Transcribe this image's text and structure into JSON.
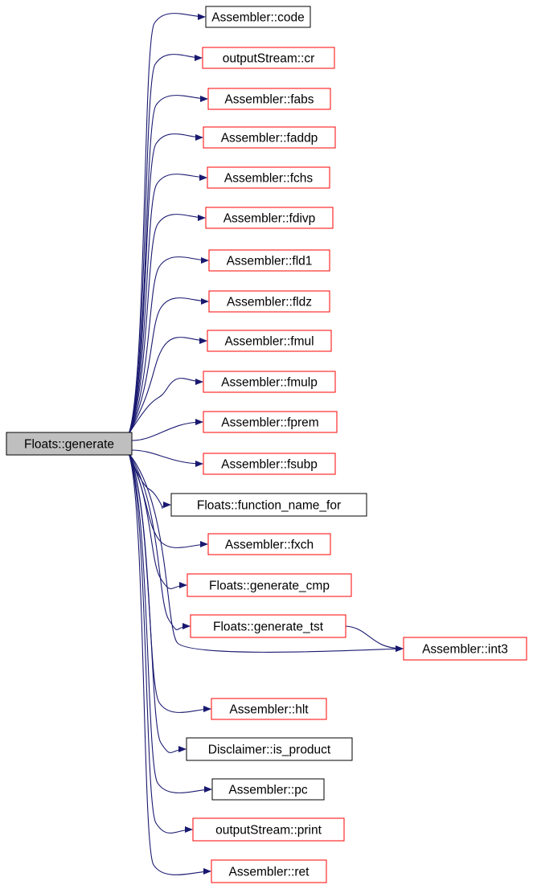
{
  "graph": {
    "root": {
      "label": "Floats::generate",
      "fill": "#bfbfbf",
      "border": "#000000"
    },
    "edge_color": "#191970",
    "nodes": [
      {
        "id": "code",
        "label": "Assembler::code",
        "border": "#000000"
      },
      {
        "id": "cr",
        "label": "outputStream::cr",
        "border": "#ff0000"
      },
      {
        "id": "fabs",
        "label": "Assembler::fabs",
        "border": "#ff0000"
      },
      {
        "id": "faddp",
        "label": "Assembler::faddp",
        "border": "#ff0000"
      },
      {
        "id": "fchs",
        "label": "Assembler::fchs",
        "border": "#ff0000"
      },
      {
        "id": "fdivp",
        "label": "Assembler::fdivp",
        "border": "#ff0000"
      },
      {
        "id": "fld1",
        "label": "Assembler::fld1",
        "border": "#ff0000"
      },
      {
        "id": "fldz",
        "label": "Assembler::fldz",
        "border": "#ff0000"
      },
      {
        "id": "fmul",
        "label": "Assembler::fmul",
        "border": "#ff0000"
      },
      {
        "id": "fmulp",
        "label": "Assembler::fmulp",
        "border": "#ff0000"
      },
      {
        "id": "fprem",
        "label": "Assembler::fprem",
        "border": "#ff0000"
      },
      {
        "id": "fsubp",
        "label": "Assembler::fsubp",
        "border": "#ff0000"
      },
      {
        "id": "function_name_for",
        "label": "Floats::function_name_for",
        "border": "#000000"
      },
      {
        "id": "fxch",
        "label": "Assembler::fxch",
        "border": "#ff0000"
      },
      {
        "id": "generate_cmp",
        "label": "Floats::generate_cmp",
        "border": "#ff0000"
      },
      {
        "id": "generate_tst",
        "label": "Floats::generate_tst",
        "border": "#ff0000"
      },
      {
        "id": "int3",
        "label": "Assembler::int3",
        "border": "#ff0000"
      },
      {
        "id": "hlt",
        "label": "Assembler::hlt",
        "border": "#ff0000"
      },
      {
        "id": "is_product",
        "label": "Disclaimer::is_product",
        "border": "#000000"
      },
      {
        "id": "pc",
        "label": "Assembler::pc",
        "border": "#000000"
      },
      {
        "id": "print",
        "label": "outputStream::print",
        "border": "#ff0000"
      },
      {
        "id": "ret",
        "label": "Assembler::ret",
        "border": "#ff0000"
      }
    ],
    "edges": [
      [
        "root",
        "code"
      ],
      [
        "root",
        "cr"
      ],
      [
        "root",
        "fabs"
      ],
      [
        "root",
        "faddp"
      ],
      [
        "root",
        "fchs"
      ],
      [
        "root",
        "fdivp"
      ],
      [
        "root",
        "fld1"
      ],
      [
        "root",
        "fldz"
      ],
      [
        "root",
        "fmul"
      ],
      [
        "root",
        "fmulp"
      ],
      [
        "root",
        "fprem"
      ],
      [
        "root",
        "fsubp"
      ],
      [
        "root",
        "function_name_for"
      ],
      [
        "root",
        "fxch"
      ],
      [
        "root",
        "generate_cmp"
      ],
      [
        "root",
        "generate_tst"
      ],
      [
        "root",
        "int3"
      ],
      [
        "root",
        "hlt"
      ],
      [
        "root",
        "is_product"
      ],
      [
        "root",
        "pc"
      ],
      [
        "root",
        "print"
      ],
      [
        "root",
        "ret"
      ],
      [
        "generate_tst",
        "int3"
      ]
    ]
  }
}
